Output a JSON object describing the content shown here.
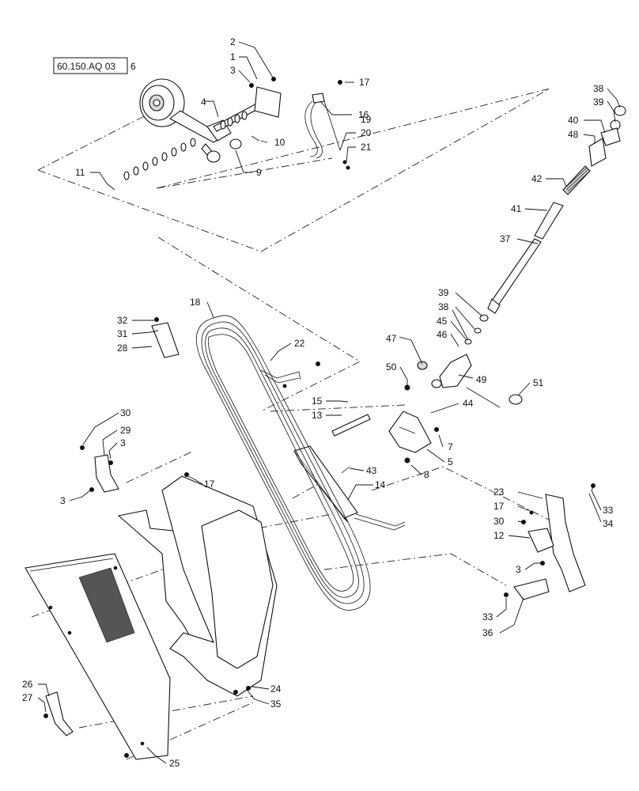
{
  "reference_box": "60.150.AQ 03",
  "reference_box_index": "6",
  "callouts": [
    {
      "id": "c2",
      "text": "2"
    },
    {
      "id": "c1",
      "text": "1"
    },
    {
      "id": "c3a",
      "text": "3"
    },
    {
      "id": "c17a",
      "text": "17"
    },
    {
      "id": "c4",
      "text": "4"
    },
    {
      "id": "c16",
      "text": "16"
    },
    {
      "id": "c19",
      "text": "19"
    },
    {
      "id": "c20",
      "text": "20"
    },
    {
      "id": "c21",
      "text": "21"
    },
    {
      "id": "c10",
      "text": "10"
    },
    {
      "id": "c9",
      "text": "9"
    },
    {
      "id": "c11",
      "text": "11"
    },
    {
      "id": "c38a",
      "text": "38"
    },
    {
      "id": "c39a",
      "text": "39"
    },
    {
      "id": "c40",
      "text": "40"
    },
    {
      "id": "c48",
      "text": "48"
    },
    {
      "id": "c42",
      "text": "42"
    },
    {
      "id": "c41",
      "text": "41"
    },
    {
      "id": "c37",
      "text": "37"
    },
    {
      "id": "c39b",
      "text": "39"
    },
    {
      "id": "c38b",
      "text": "38"
    },
    {
      "id": "c45",
      "text": "45"
    },
    {
      "id": "c46",
      "text": "46"
    },
    {
      "id": "c47",
      "text": "47"
    },
    {
      "id": "c50",
      "text": "50"
    },
    {
      "id": "c49",
      "text": "49"
    },
    {
      "id": "c51",
      "text": "51"
    },
    {
      "id": "c18",
      "text": "18"
    },
    {
      "id": "c32",
      "text": "32"
    },
    {
      "id": "c31",
      "text": "31"
    },
    {
      "id": "c28",
      "text": "28"
    },
    {
      "id": "c22",
      "text": "22"
    },
    {
      "id": "c15",
      "text": "15"
    },
    {
      "id": "c13",
      "text": "13"
    },
    {
      "id": "c44",
      "text": "44"
    },
    {
      "id": "c7",
      "text": "7"
    },
    {
      "id": "c5",
      "text": "5"
    },
    {
      "id": "c8",
      "text": "8"
    },
    {
      "id": "c43",
      "text": "43"
    },
    {
      "id": "c14",
      "text": "14"
    },
    {
      "id": "c30a",
      "text": "30"
    },
    {
      "id": "c29",
      "text": "29"
    },
    {
      "id": "c3b",
      "text": "3"
    },
    {
      "id": "c3c",
      "text": "3"
    },
    {
      "id": "c17b",
      "text": "17"
    },
    {
      "id": "c23",
      "text": "23"
    },
    {
      "id": "c17c",
      "text": "17"
    },
    {
      "id": "c30b",
      "text": "30"
    },
    {
      "id": "c12",
      "text": "12"
    },
    {
      "id": "c3d",
      "text": "3"
    },
    {
      "id": "c33a",
      "text": "33"
    },
    {
      "id": "c34",
      "text": "34"
    },
    {
      "id": "c33b",
      "text": "33"
    },
    {
      "id": "c36",
      "text": "36"
    },
    {
      "id": "c24",
      "text": "24"
    },
    {
      "id": "c35",
      "text": "35"
    },
    {
      "id": "c26",
      "text": "26"
    },
    {
      "id": "c27",
      "text": "27"
    },
    {
      "id": "c25",
      "text": "25"
    }
  ]
}
